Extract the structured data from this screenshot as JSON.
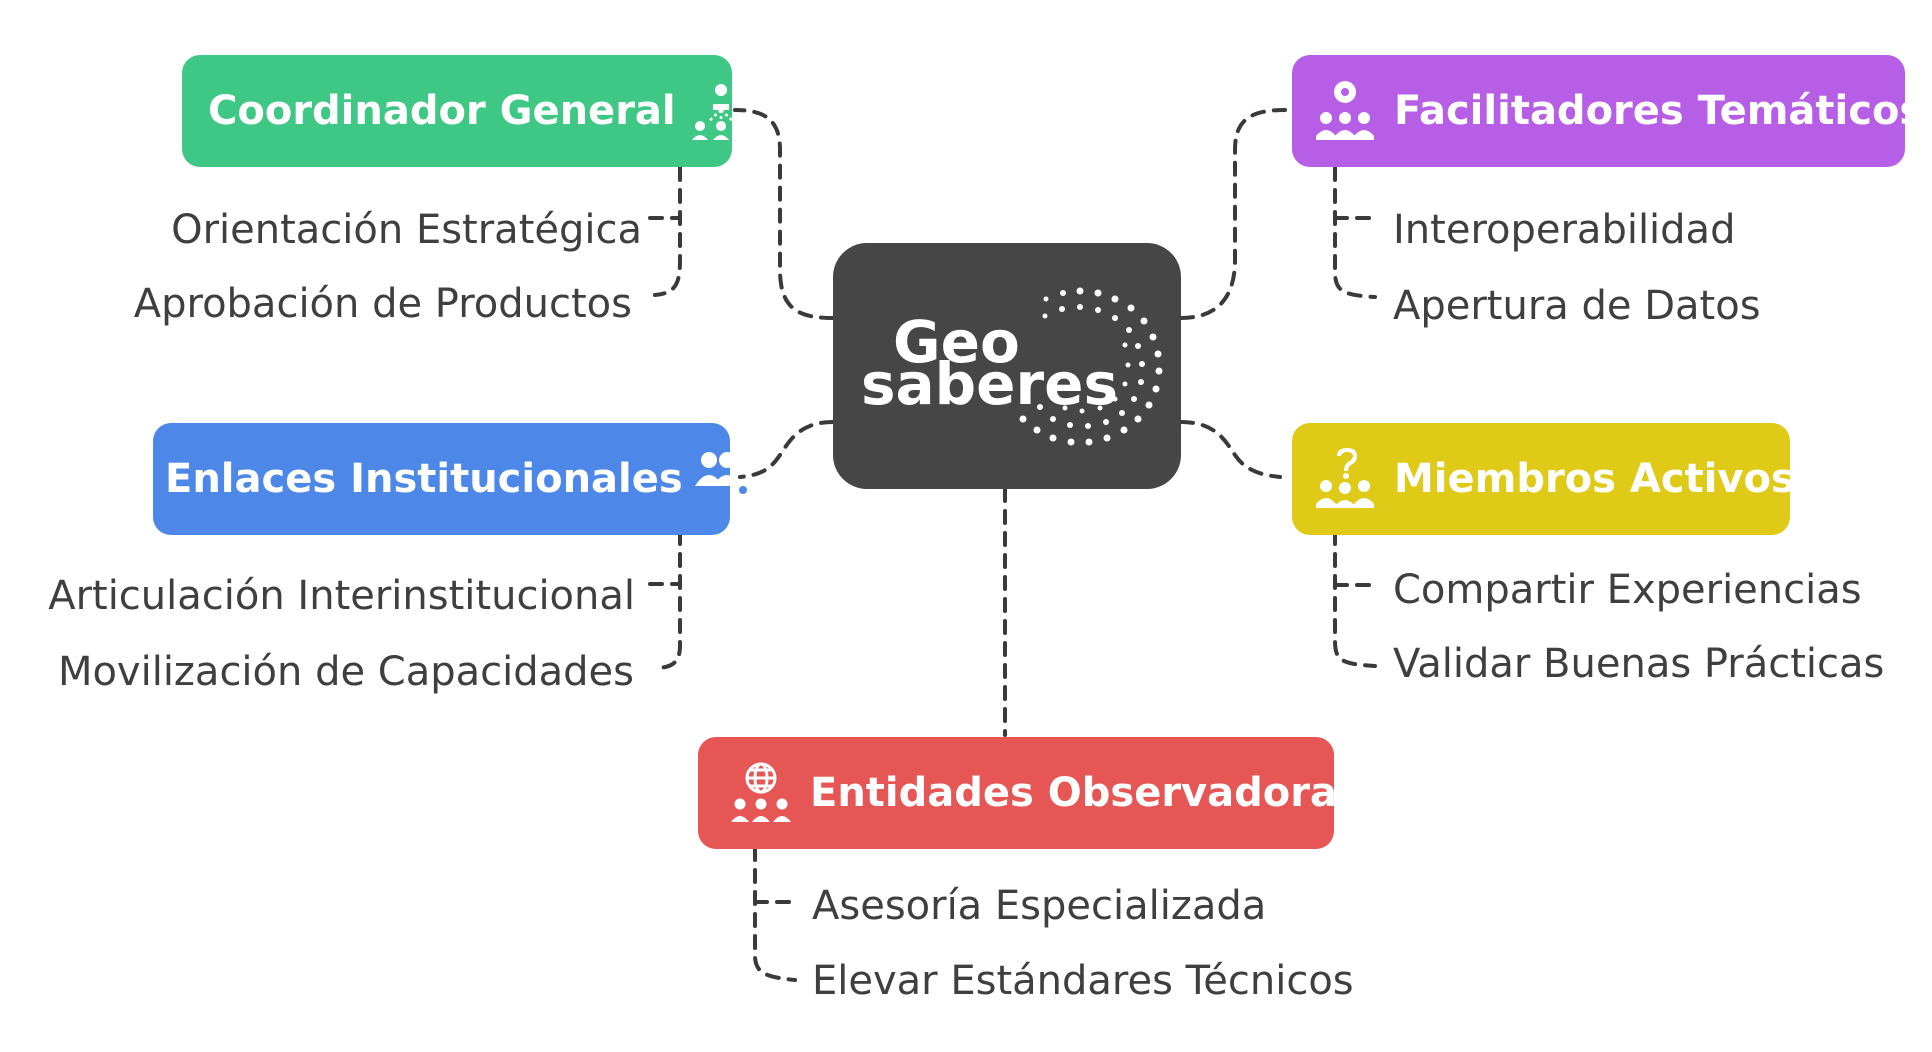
{
  "center": {
    "line1": "Geo",
    "line2": "saberes"
  },
  "colors": {
    "coordinador": "#3fc785",
    "facilitadores": "#b65ee6",
    "enlaces": "#4d88e8",
    "miembros": "#dfca17",
    "entidades": "#e55654",
    "center": "#464646",
    "text": "#3f3f3f",
    "connector": "#3a3a3a"
  },
  "nodes": {
    "coordinador": {
      "label": "Coordinador General",
      "icon": "org-hierarchy-icon",
      "items": [
        "Orientación Estratégica",
        "Aprobación de Productos"
      ]
    },
    "facilitadores": {
      "label": "Facilitadores Temáticos",
      "icon": "group-idea-icon",
      "items": [
        "Interoperabilidad",
        "Apertura de Datos"
      ]
    },
    "enlaces": {
      "label": "Enlaces Institucionales",
      "icon": "people-location-icon",
      "items": [
        "Articulación Interinstitucional",
        "Movilización de Capacidades"
      ]
    },
    "miembros": {
      "label": "Miembros Activos",
      "icon": "group-question-icon",
      "items": [
        "Compartir Experiencias",
        "Validar Buenas Prácticas"
      ]
    },
    "entidades": {
      "label": "Entidades Observadoras",
      "icon": "group-globe-icon",
      "items": [
        "Asesoría Especializada",
        "Elevar Estándares Técnicos"
      ]
    }
  }
}
